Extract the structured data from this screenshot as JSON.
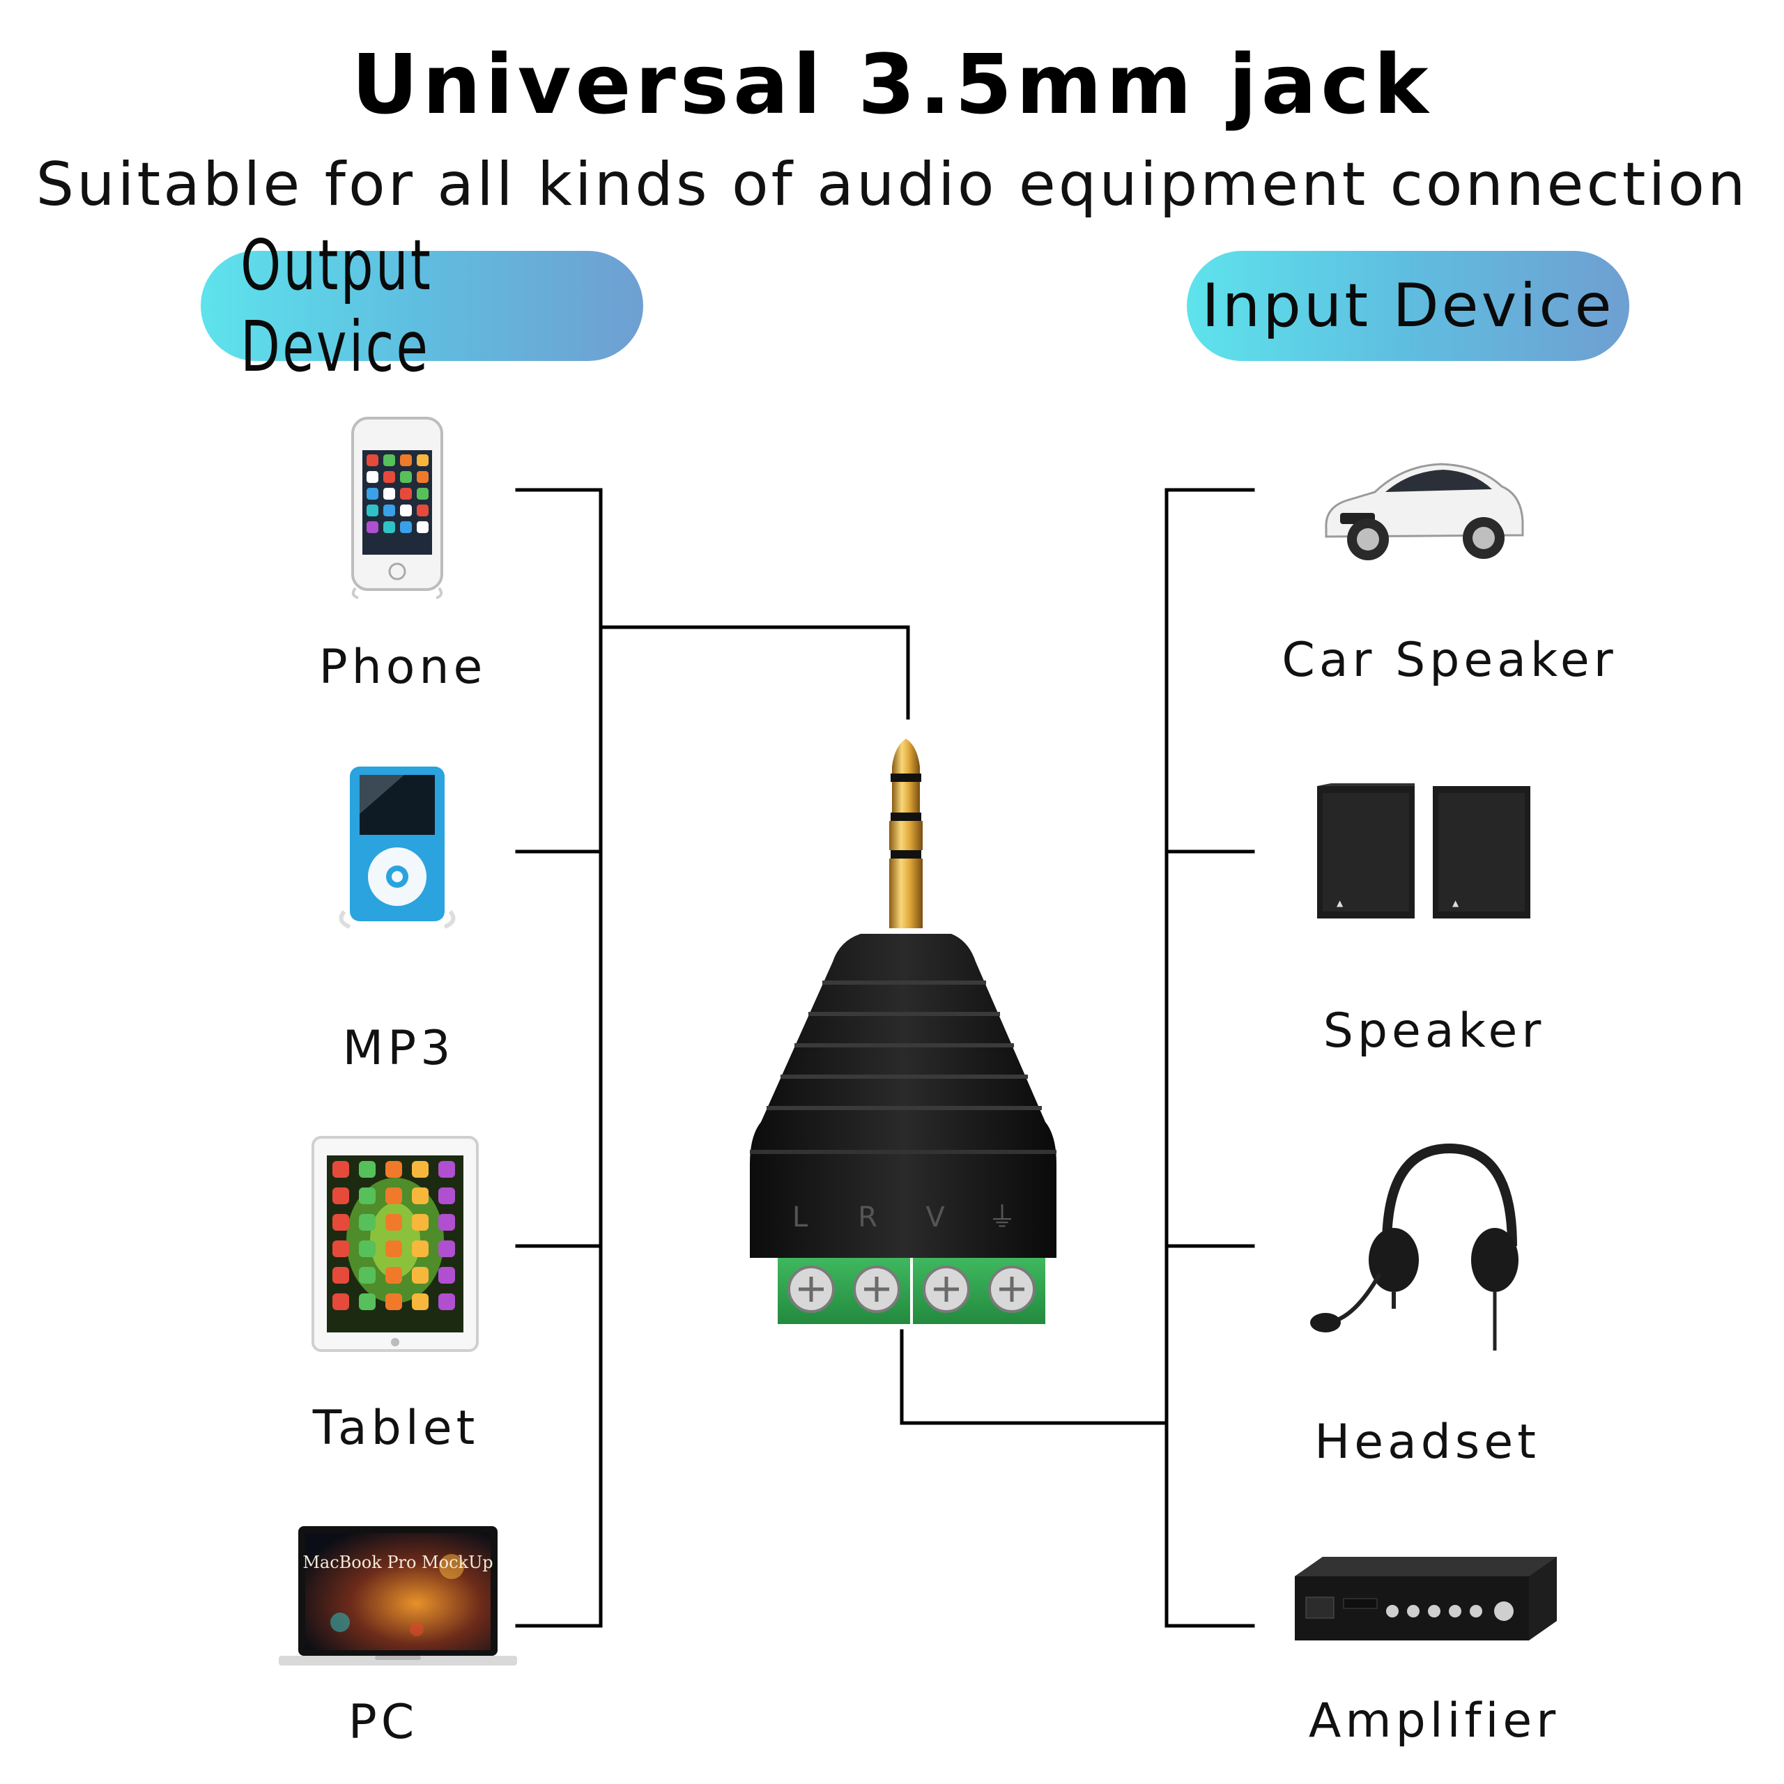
{
  "header": {
    "title": "Universal 3.5mm jack",
    "subtitle": "Suitable for all kinds of audio equipment connection"
  },
  "output": {
    "heading": "Output Device",
    "devices": [
      {
        "label": "Phone",
        "icon": "phone-icon"
      },
      {
        "label": "MP3",
        "icon": "mp3-player-icon"
      },
      {
        "label": "Tablet",
        "icon": "tablet-icon"
      },
      {
        "label": "PC",
        "icon": "laptop-icon"
      }
    ],
    "laptop_screen_text": "MacBook Pro MockUp"
  },
  "input": {
    "heading": "Input Device",
    "devices": [
      {
        "label": "Car Speaker",
        "icon": "car-icon"
      },
      {
        "label": "Speaker",
        "icon": "speakers-icon"
      },
      {
        "label": "Headset",
        "icon": "headset-icon"
      },
      {
        "label": "Amplifier",
        "icon": "amplifier-icon"
      }
    ]
  },
  "adapter": {
    "terminal_labels": [
      "L",
      "R",
      "V",
      "⏚"
    ]
  },
  "colors": {
    "pill_start": "#5ee3ec",
    "pill_end": "#6f9fd2",
    "terminal_green": "#2fa84f",
    "plug_gold": "#d4a437",
    "line": "#000000"
  }
}
